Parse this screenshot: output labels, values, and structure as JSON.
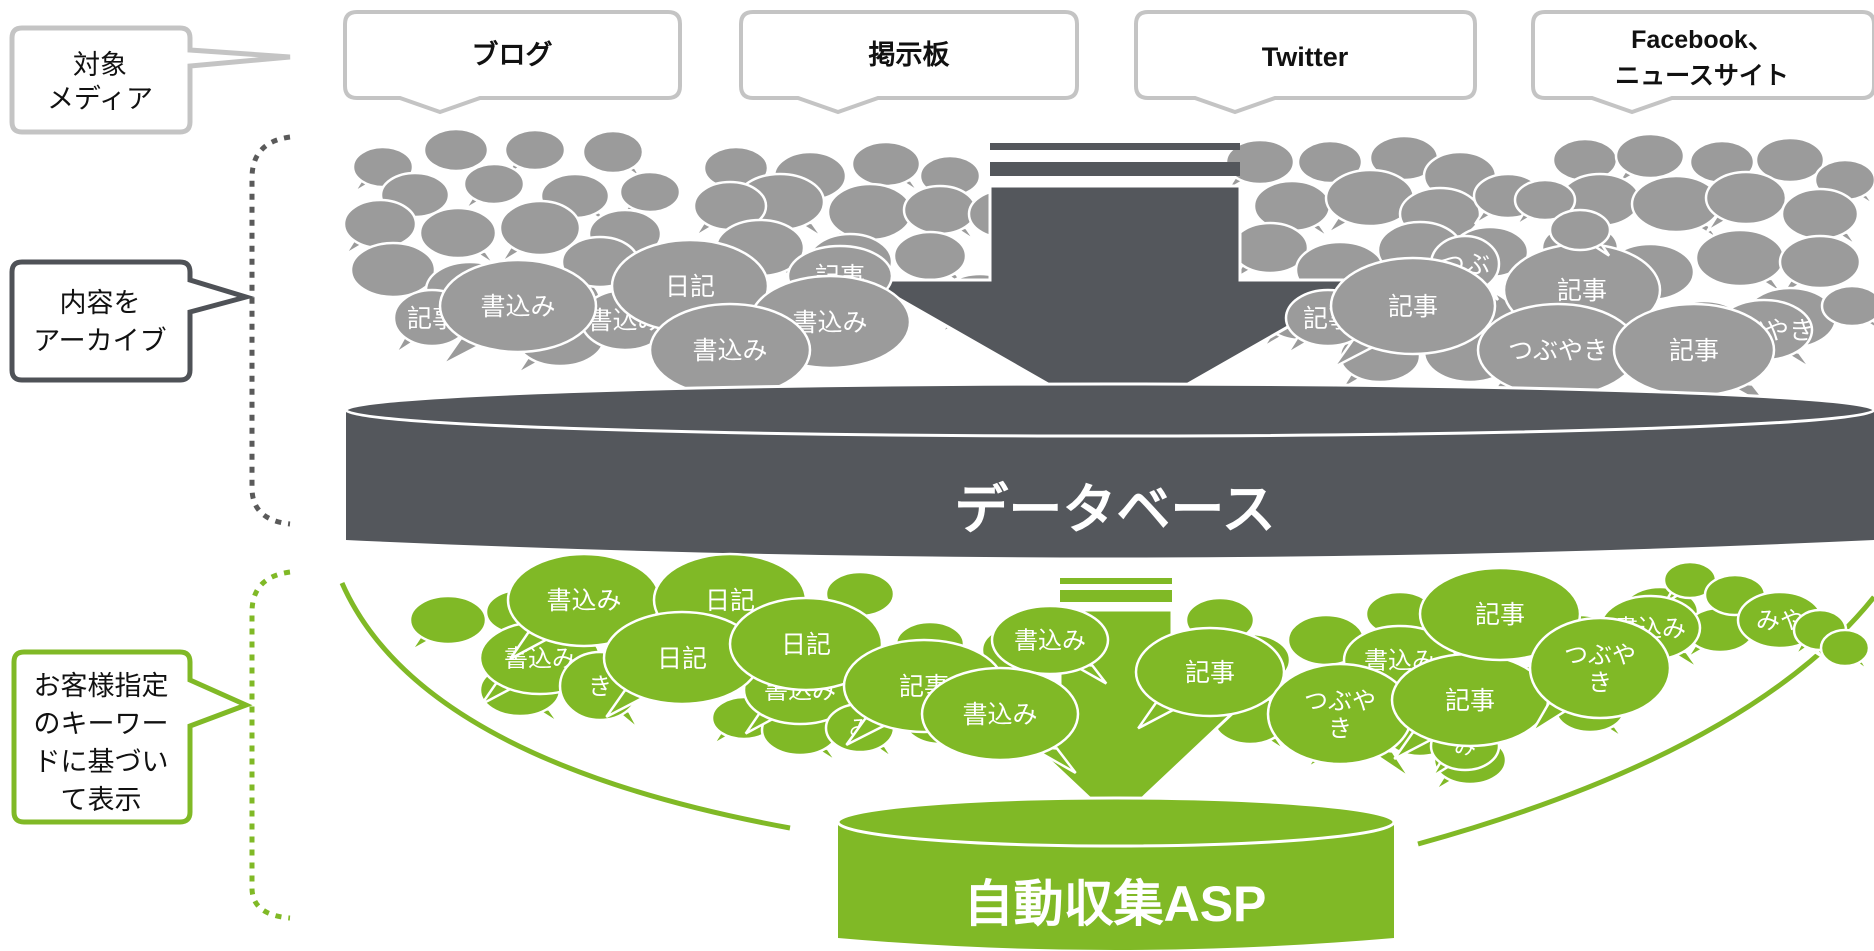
{
  "side_labels": {
    "target_media": [
      "対象",
      "メディア"
    ],
    "archive": [
      "内容を",
      "アーカイブ"
    ],
    "keywords": [
      "お客様指定",
      "のキーワー",
      "ドに基づい",
      "て表示"
    ]
  },
  "media_boxes": [
    [
      "ブログ"
    ],
    [
      "掲示板"
    ],
    [
      "Twitter"
    ],
    [
      "Facebook、",
      "ニュースサイト"
    ]
  ],
  "database_label": "データベース",
  "asp_label": "自動収集ASP",
  "gray_bubbles": [
    [
      "書込み"
    ],
    [
      "日記"
    ],
    [
      "書込み"
    ],
    [
      "書込み"
    ],
    [
      "記事"
    ],
    [
      "記事"
    ],
    [
      "つぶやき"
    ],
    [
      "記事"
    ],
    [
      "記事"
    ],
    [
      "書込み"
    ],
    [
      "記事"
    ],
    [
      "記事"
    ],
    [
      "記事"
    ],
    [
      "つぶ"
    ],
    [
      "つぶやき"
    ]
  ],
  "green_bubbles": [
    [
      "書込み"
    ],
    [
      "日記"
    ],
    [
      "書込み"
    ],
    [
      "日記"
    ],
    [
      "日記"
    ],
    [
      "記事"
    ],
    [
      "書込み"
    ],
    [
      "書込み"
    ],
    [
      "記事"
    ],
    [
      "つぶや",
      "き"
    ],
    [
      "記事"
    ],
    [
      "つぶや",
      "き"
    ],
    [
      "書込み"
    ],
    [
      "書込み"
    ],
    [
      "記事"
    ],
    [
      "書込み"
    ],
    [
      "つぶや",
      "き"
    ],
    [
      "き"
    ],
    [
      "みや"
    ],
    [
      "み"
    ],
    [
      "み"
    ]
  ],
  "colors": {
    "gray_bubble": "#9b9b9b",
    "dark": "#54575c",
    "green": "#80b926",
    "box_border": "#c4c4c4",
    "dotted_gray": "#5a5a5a",
    "dotted_green": "#80b926"
  }
}
